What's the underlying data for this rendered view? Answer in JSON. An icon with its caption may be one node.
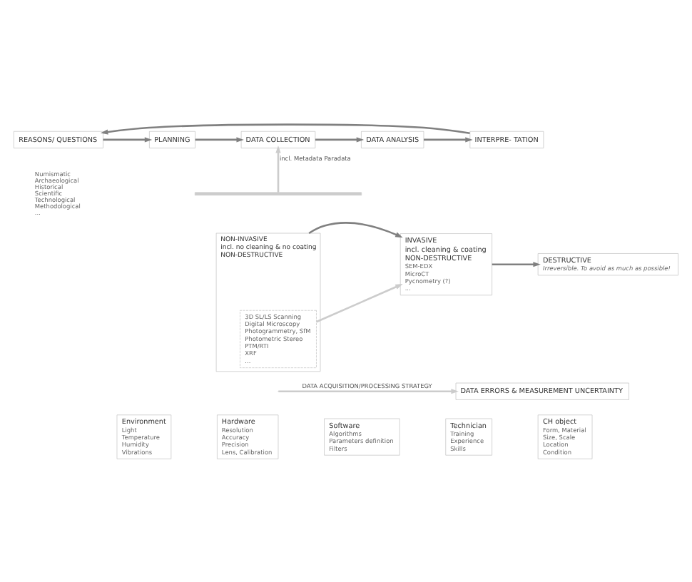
{
  "diagram": {
    "nodes": [
      {
        "text": [
          "REASONS/ QUESTIONS"
        ],
        "beside": [
          "Numismatic",
          "Archaeological",
          "Historical",
          "Scientific",
          "Technological",
          "Methodological",
          "..."
        ]
      },
      {
        "text": [
          "PLANNING"
        ]
      },
      {
        "text": [
          "DATA COLLECTION"
        ]
      },
      {
        "text": [
          "DATA ANALYSIS"
        ]
      },
      {
        "text": [
          "INTERPRE- TATION"
        ]
      },
      {
        "text": [],
        "shape": "bar"
      },
      {
        "text": [
          "NON-INVASIVE",
          "incl. no cleaning & no coating",
          "NON-DESTRUCTIVE"
        ]
      },
      {
        "text": [
          "3D SL/LS Scanning",
          "Digital Microscopy",
          "Photogrammetry, SfM",
          "Photometric Stereo",
          "PTM/RTI",
          "XRF",
          "..."
        ],
        "in": 6
      },
      {
        "text": [
          "INVASIVE",
          "incl. cleaning & coating",
          "NON-DESTRUCTIVE",
          "SEM-EDX",
          "MicroCT",
          "Pycnometry (?)",
          "..."
        ]
      },
      {
        "text": [
          "DESTRUCTIVE",
          "Irreversible. To avoid as much as possible!"
        ]
      },
      {
        "text": [
          "DATA ERRORS & MEASUREMENT UNCERTAINTY"
        ]
      },
      {
        "text": [
          "Environment",
          "Light",
          "Temperature",
          "Humidity",
          "Vibrations"
        ]
      },
      {
        "text": [
          "Hardware",
          "Resolution",
          "Accuracy",
          "Precision",
          "Lens, Calibration"
        ]
      },
      {
        "text": [
          "Software",
          "Algorithms",
          "Parameters definition",
          "Filters"
        ]
      },
      {
        "text": [
          "Technician",
          "Training",
          "Experience",
          "Skills"
        ]
      },
      {
        "text": [
          "CH object",
          "Form, Material",
          "Size, Scale",
          "Location",
          "Condition"
        ]
      }
    ],
    "edges": [
      {
        "from": 0,
        "to": 1,
        "arrow": "to"
      },
      {
        "from": 1,
        "to": 2,
        "arrow": "to"
      },
      {
        "from": 2,
        "to": 3,
        "arrow": "to"
      },
      {
        "from": 3,
        "to": 4,
        "arrow": "to"
      },
      {
        "from": 4,
        "to": 0,
        "arrow": "to"
      },
      {
        "from": 5,
        "to": 2,
        "arrow": "to",
        "label": "incl. Metadata Paradata",
        "color": "#cccccc"
      },
      {
        "from": 6,
        "to": 8,
        "arrow": "to"
      },
      {
        "from": 7,
        "to": 8,
        "arrow": "to",
        "color": "#cccccc"
      },
      {
        "from": 8,
        "to": 9,
        "arrow": "to"
      },
      {
        "from": null,
        "to": 10,
        "arrow": "to",
        "label": "DATA ACQUISITION/PROCESSING STRATEGY",
        "color": "#cccccc"
      }
    ]
  }
}
